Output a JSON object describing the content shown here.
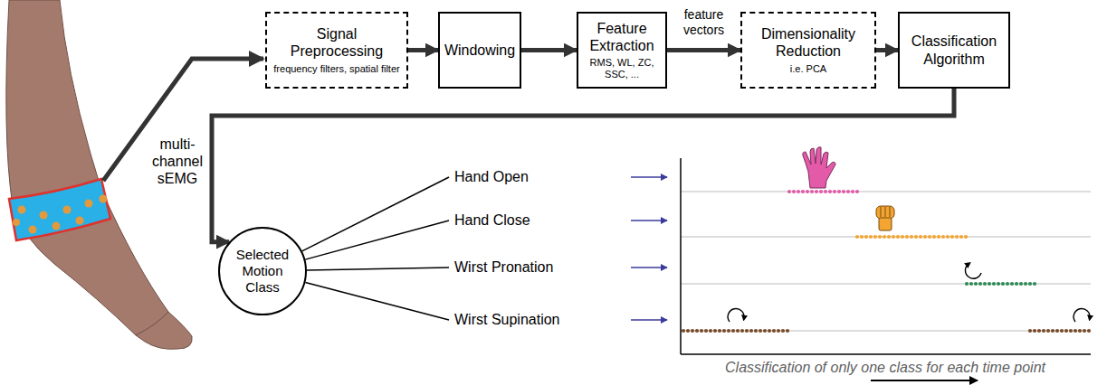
{
  "diagram": {
    "nodes": [
      {
        "text": [
          "Signal Preprocessing",
          "frequency filters, spatial filter"
        ]
      },
      {
        "text": [
          "Windowing"
        ]
      },
      {
        "text": [
          "Feature Extraction",
          "RMS, WL, ZC, SSC, ..."
        ]
      },
      {
        "text": [
          "Dimensionality Reduction",
          "i.e. PCA"
        ]
      },
      {
        "text": [
          "Classification Algorithm"
        ]
      },
      {
        "text": [
          "Selected Motion Class"
        ]
      },
      {
        "text": [
          "Hand Open"
        ]
      },
      {
        "text": [
          "Hand Close"
        ]
      },
      {
        "text": [
          "Wirst Pronation"
        ]
      },
      {
        "text": [
          "Wirst Supination"
        ]
      }
    ],
    "edges": [
      {
        "from": 0,
        "to": 1,
        "arrow": "to"
      },
      {
        "from": 1,
        "to": 2,
        "arrow": "to"
      },
      {
        "from": 2,
        "to": 3,
        "label": "feature vectors",
        "arrow": "to"
      },
      {
        "from": 3,
        "to": 4,
        "arrow": "to"
      },
      {
        "from": 4,
        "to": 5,
        "arrow": "to"
      },
      {
        "from": 5,
        "to": 6,
        "arrow": "none"
      },
      {
        "from": 5,
        "to": 7,
        "arrow": "none"
      },
      {
        "from": 5,
        "to": 8,
        "arrow": "none"
      },
      {
        "from": 5,
        "to": 9,
        "arrow": "none"
      }
    ],
    "labels": [
      "multi-channel sEMG",
      "Classification of only one class for each time point"
    ]
  }
}
